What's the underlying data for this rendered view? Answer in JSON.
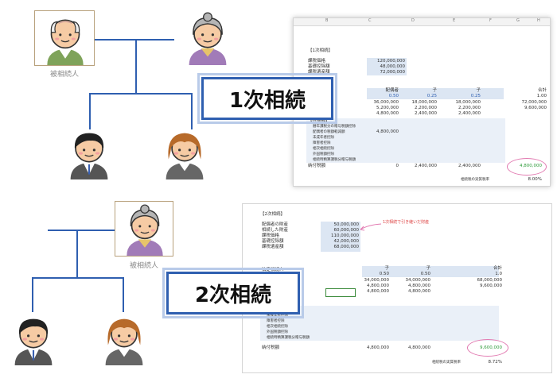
{
  "first": {
    "title": "1次相続",
    "deceased_label": "被相続人",
    "sheet": {
      "section": "【1次相続】",
      "col_letters": [
        "B",
        "C",
        "D",
        "E",
        "F",
        "G",
        "H"
      ],
      "summary": [
        {
          "label": "課税価格",
          "value": "120,000,000"
        },
        {
          "label": "基礎控除額",
          "value": "48,000,000"
        },
        {
          "label": "課税遺産額",
          "value": "72,000,000"
        }
      ],
      "heirs_header": [
        "配偶者",
        "子",
        "子",
        "合計"
      ],
      "ratios": [
        "0.50",
        "0.25",
        "0.25",
        "1.00"
      ],
      "share_row1": [
        "36,000,000",
        "18,000,000",
        "18,000,000",
        "72,000,000"
      ],
      "share_row2": [
        "5,200,000",
        "2,200,000",
        "2,200,000",
        "9,600,000"
      ],
      "share_row3": [
        "4,800,000",
        "2,400,000",
        "2,400,000"
      ],
      "deduction_label": "【控除額】",
      "deductions": [
        "暦年課税分の贈与税額控除",
        "配偶者の税額軽減額",
        "未成年者控除",
        "障害者控除",
        "相次相続控除",
        "外国税額控除",
        "相続時精算課税分贈与税額"
      ],
      "spouse_reduction": "4,800,000",
      "payable_label": "納付税額",
      "payable": [
        "0",
        "2,400,000",
        "2,400,000",
        "4,800,000"
      ],
      "rate_label": "相続税の実質税率",
      "rate": "8.00%"
    }
  },
  "second": {
    "title": "2次相続",
    "deceased_label": "被相続人",
    "note": "1次相続で引き継いだ財産",
    "sheet": {
      "section": "【2次相続】",
      "summary": [
        {
          "label": "配偶者の財産",
          "value": "50,000,000"
        },
        {
          "label": "相続した財産",
          "value": "60,000,000"
        },
        {
          "label": "課税価格",
          "value": "110,000,000"
        },
        {
          "label": "基礎控除額",
          "value": "42,000,000"
        },
        {
          "label": "課税遺産額",
          "value": "68,000,000"
        }
      ],
      "heirs_label": "法定相続人",
      "heirs_header": [
        "子",
        "子",
        "合計"
      ],
      "ratios": [
        "0.50",
        "0.50",
        "1.0"
      ],
      "share_row1": [
        "34,000,000",
        "34,000,000",
        "68,000,000"
      ],
      "share_row2": [
        "4,800,000",
        "4,800,000",
        "9,600,000"
      ],
      "share_row3": [
        "4,800,000",
        "4,800,000"
      ],
      "deductions": [
        "配偶者の税額軽減額",
        "未成年者控除",
        "障害者控除",
        "相次相続控除",
        "外国税額控除",
        "相続時精算課税分贈与税額"
      ],
      "payable_label": "納付税額",
      "payable": [
        "4,800,000",
        "4,800,000",
        "9,600,000"
      ],
      "rate_label": "相続税の実質税率",
      "rate": "8.72%"
    }
  },
  "colors": {
    "line": "#2f5fb0",
    "highlight": "#dce6f3",
    "circle": "#e27ab1",
    "total": "#2e9b3a"
  }
}
